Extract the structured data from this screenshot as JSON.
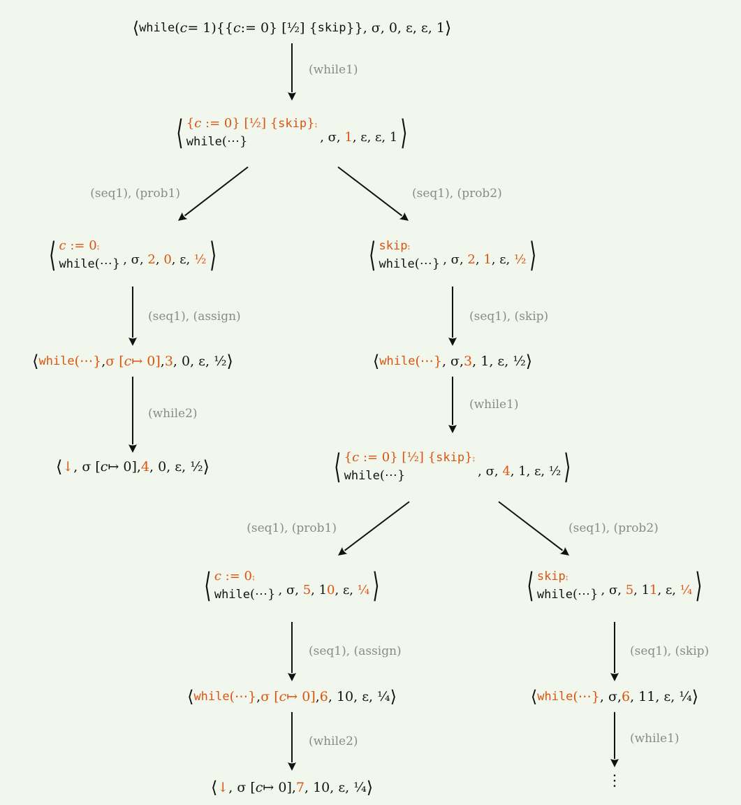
{
  "nodes": [
    {
      "id": "n0",
      "type": "single",
      "seg": [
        {
          "t": "⟨",
          "c": "ang"
        },
        {
          "t": "while",
          "c": "tt"
        },
        {
          "t": "(",
          "c": ""
        },
        {
          "t": "c",
          "c": "it"
        },
        {
          "t": " = 1){{",
          "c": ""
        },
        {
          "t": "c",
          "c": "it"
        },
        {
          "t": " := 0} [½] {",
          "c": ""
        },
        {
          "t": "skip",
          "c": "tt"
        },
        {
          "t": "}}, σ, 0, ε, ε, 1",
          "c": ""
        },
        {
          "t": "⟩",
          "c": "ang"
        }
      ]
    },
    {
      "id": "n1",
      "type": "multi",
      "line1": [
        {
          "t": "{",
          "c": "hl"
        },
        {
          "t": "c",
          "c": "hl it"
        },
        {
          "t": " := 0} [½] {",
          "c": "hl"
        },
        {
          "t": "skip",
          "c": "hl tt"
        },
        {
          "t": "}⨾",
          "c": "hl"
        }
      ],
      "line2": [
        {
          "t": "while",
          "c": "tt"
        },
        {
          "t": "(⋯}",
          "c": ""
        }
      ],
      "rest": [
        {
          "t": ", σ, ",
          "c": ""
        },
        {
          "t": "1",
          "c": "hl"
        },
        {
          "t": ", ε, ε, 1",
          "c": ""
        }
      ]
    },
    {
      "id": "n2",
      "type": "multi",
      "line1": [
        {
          "t": "c",
          "c": "hl it"
        },
        {
          "t": " := 0⨾",
          "c": "hl"
        }
      ],
      "line2": [
        {
          "t": "while",
          "c": "tt"
        },
        {
          "t": "(⋯}",
          "c": ""
        }
      ],
      "rest": [
        {
          "t": ", σ, ",
          "c": ""
        },
        {
          "t": "2",
          "c": "hl"
        },
        {
          "t": ", ",
          "c": ""
        },
        {
          "t": "0",
          "c": "hl"
        },
        {
          "t": ", ε, ",
          "c": ""
        },
        {
          "t": "½",
          "c": "hl"
        }
      ]
    },
    {
      "id": "n3",
      "type": "multi",
      "line1": [
        {
          "t": "skip",
          "c": "hl tt"
        },
        {
          "t": "⨾",
          "c": "hl"
        }
      ],
      "line2": [
        {
          "t": "while",
          "c": "tt"
        },
        {
          "t": "(⋯}",
          "c": ""
        }
      ],
      "rest": [
        {
          "t": ", σ, ",
          "c": ""
        },
        {
          "t": "2",
          "c": "hl"
        },
        {
          "t": ", ",
          "c": ""
        },
        {
          "t": "1",
          "c": "hl"
        },
        {
          "t": ", ε, ",
          "c": ""
        },
        {
          "t": "½",
          "c": "hl"
        }
      ]
    },
    {
      "id": "n4",
      "type": "single",
      "seg": [
        {
          "t": "⟨",
          "c": "ang"
        },
        {
          "t": "while",
          "c": "hl tt"
        },
        {
          "t": "(⋯}",
          "c": "hl"
        },
        {
          "t": ", ",
          "c": ""
        },
        {
          "t": "σ [",
          "c": "hl"
        },
        {
          "t": "c",
          "c": "hl it"
        },
        {
          "t": " ↦ 0]",
          "c": "hl"
        },
        {
          "t": ", ",
          "c": ""
        },
        {
          "t": "3",
          "c": "hl"
        },
        {
          "t": ", 0, ε, ½",
          "c": ""
        },
        {
          "t": "⟩",
          "c": "ang"
        }
      ]
    },
    {
      "id": "n5",
      "type": "single",
      "seg": [
        {
          "t": "⟨",
          "c": "ang"
        },
        {
          "t": "while",
          "c": "hl tt"
        },
        {
          "t": "(⋯}",
          "c": "hl"
        },
        {
          "t": ", σ, ",
          "c": ""
        },
        {
          "t": "3",
          "c": "hl"
        },
        {
          "t": ", 1, ε, ½",
          "c": ""
        },
        {
          "t": "⟩",
          "c": "ang"
        }
      ]
    },
    {
      "id": "n6",
      "type": "single",
      "seg": [
        {
          "t": "⟨",
          "c": "ang"
        },
        {
          "t": "↓",
          "c": "hl"
        },
        {
          "t": ", σ [",
          "c": ""
        },
        {
          "t": "c",
          "c": "it"
        },
        {
          "t": " ↦ 0], ",
          "c": ""
        },
        {
          "t": "4",
          "c": "hl"
        },
        {
          "t": ", 0, ε, ½",
          "c": ""
        },
        {
          "t": "⟩",
          "c": "ang"
        }
      ]
    },
    {
      "id": "n7",
      "type": "multi",
      "line1": [
        {
          "t": "{",
          "c": "hl"
        },
        {
          "t": "c",
          "c": "hl it"
        },
        {
          "t": " := 0} [½] {",
          "c": "hl"
        },
        {
          "t": "skip",
          "c": "hl tt"
        },
        {
          "t": "}⨾",
          "c": "hl"
        }
      ],
      "line2": [
        {
          "t": "while",
          "c": "tt"
        },
        {
          "t": "(⋯}",
          "c": ""
        }
      ],
      "rest": [
        {
          "t": ", σ, ",
          "c": ""
        },
        {
          "t": "4",
          "c": "hl"
        },
        {
          "t": ", 1, ε, ½",
          "c": ""
        }
      ]
    },
    {
      "id": "n8",
      "type": "multi",
      "line1": [
        {
          "t": "c",
          "c": "hl it"
        },
        {
          "t": " := 0⨾",
          "c": "hl"
        }
      ],
      "line2": [
        {
          "t": "while",
          "c": "tt"
        },
        {
          "t": "(⋯}",
          "c": ""
        }
      ],
      "rest": [
        {
          "t": ", σ, ",
          "c": ""
        },
        {
          "t": "5",
          "c": "hl"
        },
        {
          "t": ", 1",
          "c": ""
        },
        {
          "t": "0",
          "c": "hl"
        },
        {
          "t": ", ε, ",
          "c": ""
        },
        {
          "t": "¼",
          "c": "hl"
        }
      ]
    },
    {
      "id": "n9",
      "type": "multi",
      "line1": [
        {
          "t": "skip",
          "c": "hl tt"
        },
        {
          "t": "⨾",
          "c": "hl"
        }
      ],
      "line2": [
        {
          "t": "while",
          "c": "tt"
        },
        {
          "t": "(⋯}",
          "c": ""
        }
      ],
      "rest": [
        {
          "t": ", σ, ",
          "c": ""
        },
        {
          "t": "5",
          "c": "hl"
        },
        {
          "t": ", 1",
          "c": ""
        },
        {
          "t": "1",
          "c": "hl"
        },
        {
          "t": ", ε, ",
          "c": ""
        },
        {
          "t": "¼",
          "c": "hl"
        }
      ]
    },
    {
      "id": "n10",
      "type": "single",
      "seg": [
        {
          "t": "⟨",
          "c": "ang"
        },
        {
          "t": "while",
          "c": "hl tt"
        },
        {
          "t": "(⋯}",
          "c": "hl"
        },
        {
          "t": ", ",
          "c": ""
        },
        {
          "t": "σ [",
          "c": "hl"
        },
        {
          "t": "c",
          "c": "hl it"
        },
        {
          "t": " ↦ 0]",
          "c": "hl"
        },
        {
          "t": ", ",
          "c": ""
        },
        {
          "t": "6",
          "c": "hl"
        },
        {
          "t": ", 10, ε, ¼",
          "c": ""
        },
        {
          "t": "⟩",
          "c": "ang"
        }
      ]
    },
    {
      "id": "n11",
      "type": "single",
      "seg": [
        {
          "t": "⟨",
          "c": "ang"
        },
        {
          "t": "while",
          "c": "hl tt"
        },
        {
          "t": "(⋯}",
          "c": "hl"
        },
        {
          "t": ", σ, ",
          "c": ""
        },
        {
          "t": "6",
          "c": "hl"
        },
        {
          "t": ", 11, ε, ¼",
          "c": ""
        },
        {
          "t": "⟩",
          "c": "ang"
        }
      ]
    },
    {
      "id": "n12",
      "type": "single",
      "seg": [
        {
          "t": "⟨",
          "c": "ang"
        },
        {
          "t": "↓",
          "c": "hl"
        },
        {
          "t": ", σ [",
          "c": ""
        },
        {
          "t": "c",
          "c": "it"
        },
        {
          "t": " ↦ 0], ",
          "c": ""
        },
        {
          "t": "7",
          "c": "hl"
        },
        {
          "t": ", 10, ε, ¼",
          "c": ""
        },
        {
          "t": "⟩",
          "c": "ang"
        }
      ]
    }
  ],
  "edges": [
    {
      "id": "e0",
      "label": "(while1)"
    },
    {
      "id": "e1",
      "label": "(seq1), (prob1)"
    },
    {
      "id": "e2",
      "label": "(seq1), (prob2)"
    },
    {
      "id": "e3",
      "label": "(seq1), (assign)"
    },
    {
      "id": "e4",
      "label": "(seq1), (skip)"
    },
    {
      "id": "e5",
      "label": "(while2)"
    },
    {
      "id": "e6",
      "label": "(while1)"
    },
    {
      "id": "e7",
      "label": "(seq1), (prob1)"
    },
    {
      "id": "e8",
      "label": "(seq1), (prob2)"
    },
    {
      "id": "e9",
      "label": "(seq1), (assign)"
    },
    {
      "id": "e10",
      "label": "(seq1), (skip)"
    },
    {
      "id": "e11",
      "label": "(while2)"
    },
    {
      "id": "e12",
      "label": "(while1)"
    }
  ],
  "continuation": "⋮",
  "colors": {
    "highlight": "#d9540f",
    "rule": "#8a8a8a",
    "background": "#f2f7ee"
  }
}
